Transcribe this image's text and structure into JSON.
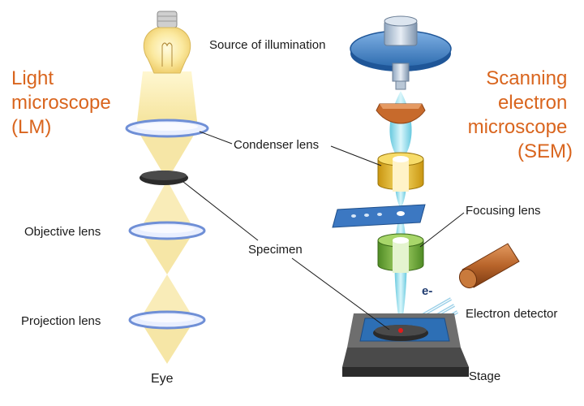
{
  "titles": {
    "lm": [
      "Light",
      "microscope",
      "(LM)"
    ],
    "sem": [
      "Scanning",
      "electron",
      "microscope",
      "(SEM)"
    ]
  },
  "labels": {
    "source": "Source of illumination",
    "condenser": "Condenser lens",
    "objective": "Objective lens",
    "specimen": "Specimen",
    "projection": "Projection lens",
    "eye": "Eye",
    "focusing": "Focusing lens",
    "detector": "Electron detector",
    "stage": "Stage",
    "electron": "e-"
  },
  "icons": {
    "lm_source": "light-bulb-icon",
    "sem_source": "electron-gun-icon",
    "detector": "electron-detector-icon"
  },
  "colors": {
    "title": "#d9651e",
    "light_beam": "#f7ebb0",
    "electron_beam": "#7fd6e8",
    "lens_ring": "#6f8fd6",
    "coil_yellow": "#e8b820",
    "coil_green": "#7ab040",
    "stage_blue": "#2d6fb5",
    "detector_copper": "#b8642a"
  }
}
